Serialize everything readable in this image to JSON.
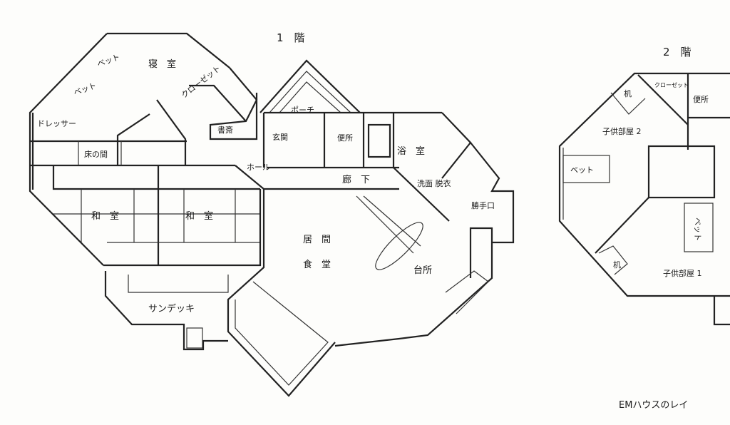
{
  "floor1": {
    "title": "1　階",
    "rooms": {
      "bedroom": "寝　室",
      "bed_a": "ベット",
      "bed_b": "ベット",
      "closet": "クローゼット",
      "dresser": "ドレッサー",
      "study": "書斎",
      "tokonoma": "床の間",
      "hall": "ホール",
      "entrance": "玄関",
      "porch": "ポーチ",
      "toilet": "便所",
      "bath": "浴　室",
      "corridor": "廊　下",
      "washroom": "洗面 脱衣",
      "back_door": "勝手口",
      "washitsu_a": "和　室",
      "washitsu_b": "和　室",
      "living": "居　間",
      "dining": "食　堂",
      "kitchen": "台所",
      "sundeck": "サンデッキ"
    }
  },
  "floor2": {
    "title": "2　階",
    "rooms": {
      "desk_a": "机",
      "closet": "クローゼット",
      "toilet": "便所",
      "child_room_2": "子供部屋 2",
      "bed_a": "ベット",
      "bed_b": "ベット",
      "desk_b": "机",
      "child_room_1": "子供部屋 1"
    }
  },
  "caption": "EMハウスのレイ"
}
